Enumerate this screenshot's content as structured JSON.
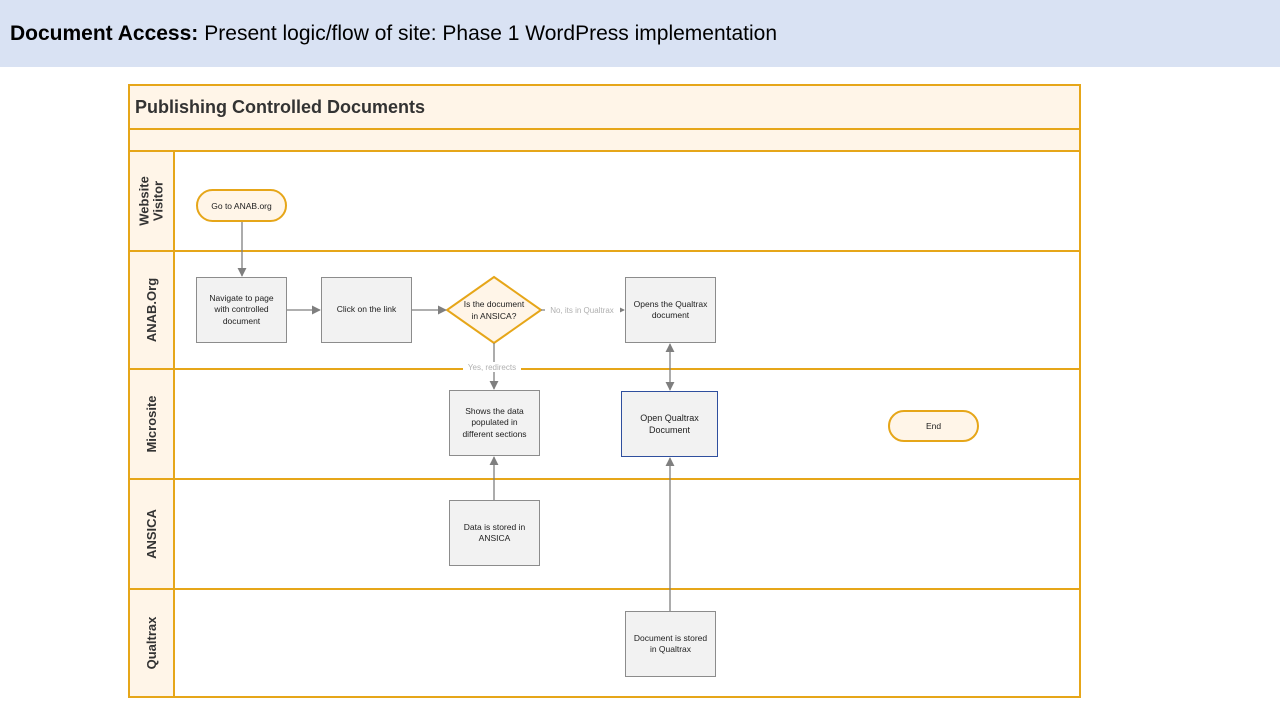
{
  "header": {
    "bold": "Document Access:",
    "rest": "Present logic/flow of site: Phase 1 WordPress implementation"
  },
  "diagram": {
    "title": "Publishing Controlled Documents",
    "lanes": [
      {
        "label": "Website\nVisitor"
      },
      {
        "label": "ANAB.Org"
      },
      {
        "label": "Microsite"
      },
      {
        "label": "ANSICA"
      },
      {
        "label": "Qualtrax"
      }
    ],
    "nodes": {
      "start": "Go to ANAB.org",
      "navigate": "Navigate to page\nwith controlled\ndocument",
      "click": "Click on the link",
      "decision_line1": "Is the document",
      "decision_line2": "in ANSICA?",
      "opens_qualtrax": "Opens the Qualtrax\ndocument",
      "shows_data": "Shows the data\npopulated in\ndifferent sections",
      "open_qualtrax_doc": "Open Qualtrax\nDocument",
      "end": "End",
      "stored_ansica": "Data is stored in\nANSICA",
      "stored_qualtrax": "Document is stored\nin Qualtrax"
    },
    "edge_labels": {
      "no": "No, its in Qualtrax",
      "yes": "Yes, redirects"
    }
  },
  "colors": {
    "header_bg": "#d9e2f3",
    "lane_border": "#e6a619",
    "lane_fill": "#fff5e8",
    "box_fill": "#f2f2f2",
    "box_border": "#8c8c8c",
    "highlight_border": "#2f4f9e"
  }
}
